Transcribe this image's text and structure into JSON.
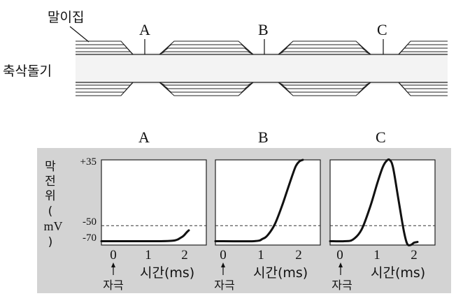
{
  "axon_diagram": {
    "myelin_label": "말이집",
    "axon_label": "축삭돌기",
    "points": [
      "A",
      "B",
      "C"
    ]
  },
  "graph_panel": {
    "ylabel_chars": [
      "막",
      "전",
      "위",
      "(",
      "mV",
      ")"
    ],
    "y_ticks": [
      "+35",
      "-50",
      "-70"
    ],
    "x_ticks": [
      "0",
      "1",
      "2"
    ],
    "xlabel": "시간(ms)",
    "stimulus_label": "자극",
    "panel_titles": [
      "A",
      "B",
      "C"
    ]
  },
  "chart_data": [
    {
      "type": "line",
      "title": "A",
      "xlim": [
        -0.5,
        2.5
      ],
      "ylim": [
        -75,
        35
      ],
      "threshold": -50,
      "x": [
        -0.5,
        1.2,
        1.6,
        1.75,
        1.85,
        1.95,
        2.0
      ],
      "y": [
        -70,
        -70,
        -69,
        -66,
        -63,
        -58,
        -56
      ]
    },
    {
      "type": "line",
      "title": "B",
      "xlim": [
        -0.5,
        2.5
      ],
      "ylim": [
        -75,
        35
      ],
      "threshold": -50,
      "x": [
        -0.5,
        0.6,
        0.85,
        1.0,
        1.2,
        1.4,
        1.55,
        1.7,
        1.8,
        1.9,
        2.0
      ],
      "y": [
        -70,
        -70,
        -67,
        -62,
        -48,
        -25,
        -5,
        15,
        27,
        33,
        35
      ]
    },
    {
      "type": "line",
      "title": "C",
      "xlim": [
        -0.5,
        2.5
      ],
      "ylim": [
        -75,
        35
      ],
      "threshold": -50,
      "x": [
        -0.5,
        -0.1,
        0.15,
        0.4,
        0.65,
        0.85,
        1.0,
        1.1,
        1.2,
        1.3,
        1.45,
        1.6,
        1.7,
        1.8,
        1.9,
        2.0
      ],
      "y": [
        -70,
        -70,
        -68,
        -55,
        -25,
        5,
        25,
        33,
        35,
        25,
        -15,
        -55,
        -73,
        -75,
        -72,
        -71
      ]
    }
  ]
}
